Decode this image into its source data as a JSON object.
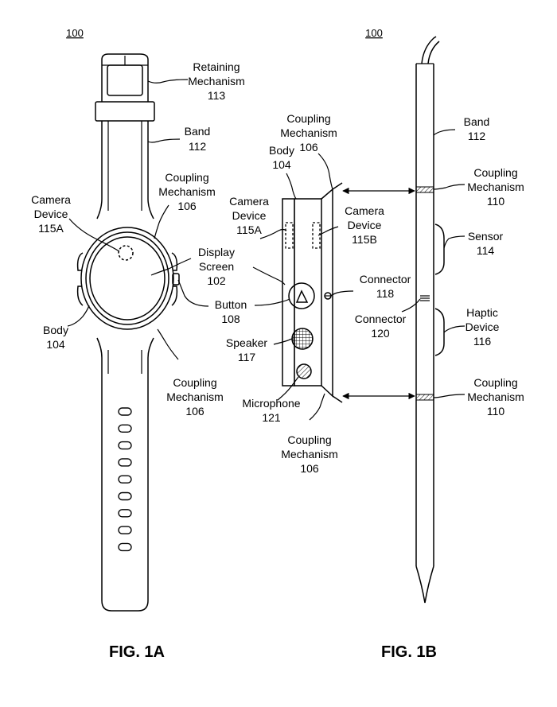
{
  "figure_a": {
    "ref": "100",
    "caption": "FIG. 1A",
    "labels": {
      "retaining": [
        "Retaining",
        "Mechanism",
        "113"
      ],
      "band": [
        "Band",
        "112"
      ],
      "coupling_top": [
        "Coupling",
        "Mechanism",
        "106"
      ],
      "camera": [
        "Camera",
        "Device",
        "115A"
      ],
      "display": [
        "Display",
        "Screen",
        "102"
      ],
      "button": [
        "Button",
        "108"
      ],
      "body": [
        "Body",
        "104"
      ],
      "coupling_bottom": [
        "Coupling",
        "Mechanism",
        "106"
      ]
    }
  },
  "figure_b": {
    "ref": "100",
    "caption": "FIG. 1B",
    "labels": {
      "coupling_top": [
        "Coupling",
        "Mechanism",
        "106"
      ],
      "body": [
        "Body",
        "104"
      ],
      "camera_a": [
        "Camera",
        "Device",
        "115A"
      ],
      "camera_b": [
        "Camera",
        "Device",
        "115B"
      ],
      "connector_118": [
        "Connector",
        "118"
      ],
      "speaker": [
        "Speaker",
        "117"
      ],
      "microphone": [
        "Microphone",
        "121"
      ],
      "coupling_bottom": [
        "Coupling",
        "Mechanism",
        "106"
      ],
      "band": [
        "Band",
        "112"
      ],
      "coupling_110_top": [
        "Coupling",
        "Mechanism",
        "110"
      ],
      "sensor": [
        "Sensor",
        "114"
      ],
      "connector_120": [
        "Connector",
        "120"
      ],
      "haptic": [
        "Haptic",
        "Device",
        "116"
      ],
      "coupling_110_bottom": [
        "Coupling",
        "Mechanism",
        "110"
      ]
    }
  }
}
